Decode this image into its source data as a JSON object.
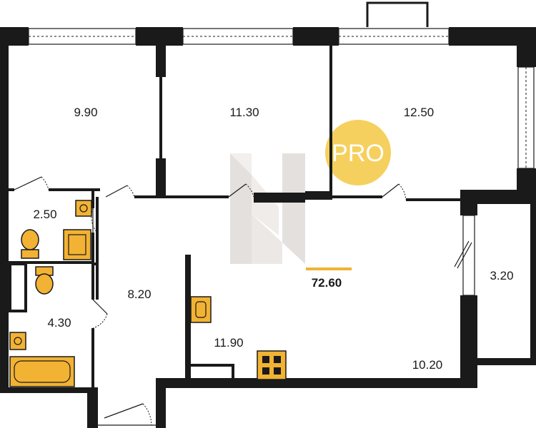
{
  "plan": {
    "rooms": [
      {
        "id": "room-bedroom-left",
        "area": "9.90"
      },
      {
        "id": "room-bedroom-middle",
        "area": "11.30"
      },
      {
        "id": "room-bedroom-right",
        "area": "12.50"
      },
      {
        "id": "room-wc",
        "area": "2.50"
      },
      {
        "id": "room-bathroom",
        "area": "4.30"
      },
      {
        "id": "room-hallway",
        "area": "8.20"
      },
      {
        "id": "room-living",
        "area": "11.90"
      },
      {
        "id": "room-kitchen",
        "area": "10.20"
      },
      {
        "id": "room-balcony",
        "area": "3.20"
      }
    ],
    "total_area": "72.60",
    "badge": "PRO"
  },
  "colors": {
    "wall": "#1a1a1a",
    "fixture": "#f2b233",
    "accent_line": "#f2b233",
    "badge_circle": "#f5c842",
    "watermark": "#d9d4cf"
  }
}
